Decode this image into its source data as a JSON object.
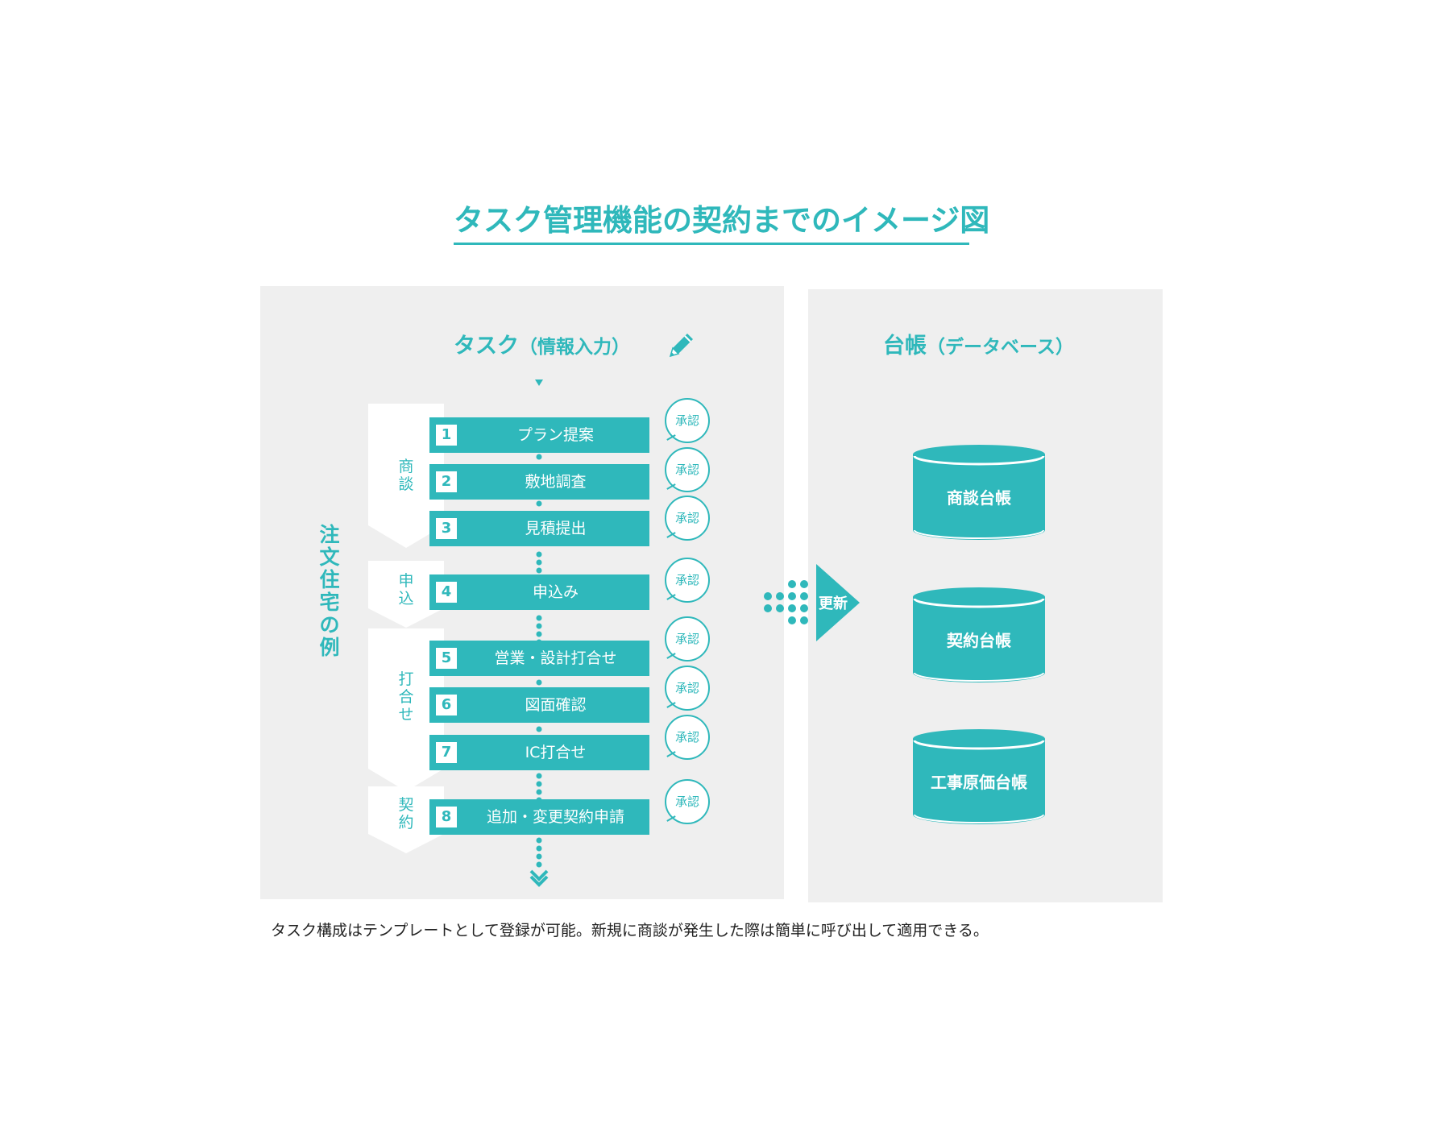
{
  "title": "タスク管理機能の契約までのイメージ図",
  "task_panel": {
    "heading": "タスク",
    "heading_sub": "（情報入力）",
    "icon": "pencil-icon",
    "side_label": "注文住宅の例",
    "stages": [
      {
        "label": "商談"
      },
      {
        "label": "申込"
      },
      {
        "label": "打合せ"
      },
      {
        "label": "契約"
      }
    ],
    "tasks": [
      {
        "num": "1",
        "label": "プラン提案",
        "approval": "承認"
      },
      {
        "num": "2",
        "label": "敷地調査",
        "approval": "承認"
      },
      {
        "num": "3",
        "label": "見積提出",
        "approval": "承認"
      },
      {
        "num": "4",
        "label": "申込み",
        "approval": "承認"
      },
      {
        "num": "5",
        "label": "営業・設計打合せ",
        "approval": "承認"
      },
      {
        "num": "6",
        "label": "図面確認",
        "approval": "承認"
      },
      {
        "num": "7",
        "label": "IC打合せ",
        "approval": "承認"
      },
      {
        "num": "8",
        "label": "追加・変更契約申請",
        "approval": "承認"
      }
    ]
  },
  "arrow": {
    "label": "更新"
  },
  "ledger_panel": {
    "heading": "台帳",
    "heading_sub": "（データベース）",
    "databases": [
      {
        "label": "商談台帳"
      },
      {
        "label": "契約台帳"
      },
      {
        "label": "工事原価台帳"
      }
    ]
  },
  "note": "タスク構成はテンプレートとして登録が可能。新規に商談が発生した際は簡単に呼び出して適用できる。",
  "colors": {
    "accent": "#2fb8bb",
    "panel": "#efefef"
  }
}
